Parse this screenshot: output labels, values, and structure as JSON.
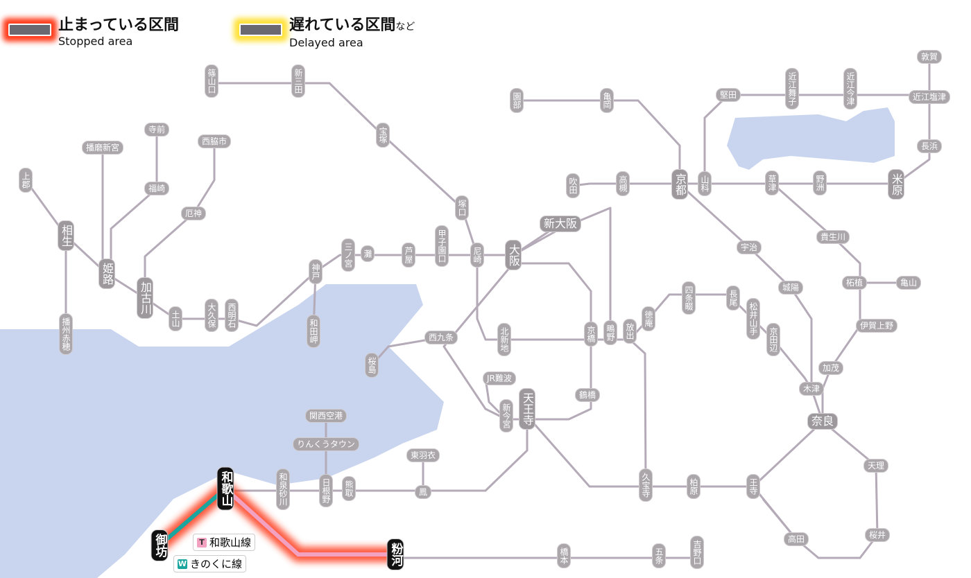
{
  "legend": {
    "stopped": {
      "ja": "止まっている区間",
      "en": "Stopped area",
      "color": "#ff3b1a"
    },
    "delayed": {
      "ja": "遅れている区間",
      "ja_suffix": "など",
      "en": "Delayed area",
      "color": "#ffe23a"
    }
  },
  "lines": [
    {
      "badge": "T",
      "name": "和歌山線",
      "color": "#f2a2c0"
    },
    {
      "badge": "W",
      "name": "きのくに線",
      "color": "#1aa59e"
    }
  ],
  "stations": [
    "篠山口",
    "新三田",
    "宝塚",
    "塚口",
    "尼崎",
    "大阪",
    "新大阪",
    "吹田",
    "高槻",
    "京都",
    "山科",
    "園部",
    "亀岡",
    "堅田",
    "近江舞子",
    "近江今津",
    "敦賀",
    "近江塩津",
    "長浜",
    "米原",
    "草津",
    "野洲",
    "上郡",
    "相生",
    "播州赤穂",
    "播磨新宮",
    "寺前",
    "福崎",
    "西脇市",
    "厄神",
    "姫路",
    "加古川",
    "土山",
    "大久保",
    "西明石",
    "神戸",
    "和田岬",
    "三ノ宮",
    "灘",
    "芦屋",
    "甲子園口",
    "西九条",
    "桜島",
    "北新地",
    "京橋",
    "鴫野",
    "放出",
    "徳庵",
    "四条畷",
    "長尾",
    "松井山手",
    "京田辺",
    "宇治",
    "城陽",
    "貴生川",
    "柘植",
    "亀山",
    "伊賀上野",
    "加茂",
    "木津",
    "奈良",
    "天理",
    "桜井",
    "高田",
    "王寺",
    "柏原",
    "久宝寺",
    "鶴橋",
    "天王寺",
    "新今宮",
    "JR難波",
    "関西空港",
    "りんくうタウン",
    "日根野",
    "熊取",
    "和泉砂川",
    "鳳",
    "東羽衣",
    "和歌山",
    "御坊",
    "粉河",
    "橋本",
    "五条",
    "吉野口"
  ],
  "stopped_stations": [
    "和歌山",
    "御坊",
    "粉河"
  ]
}
